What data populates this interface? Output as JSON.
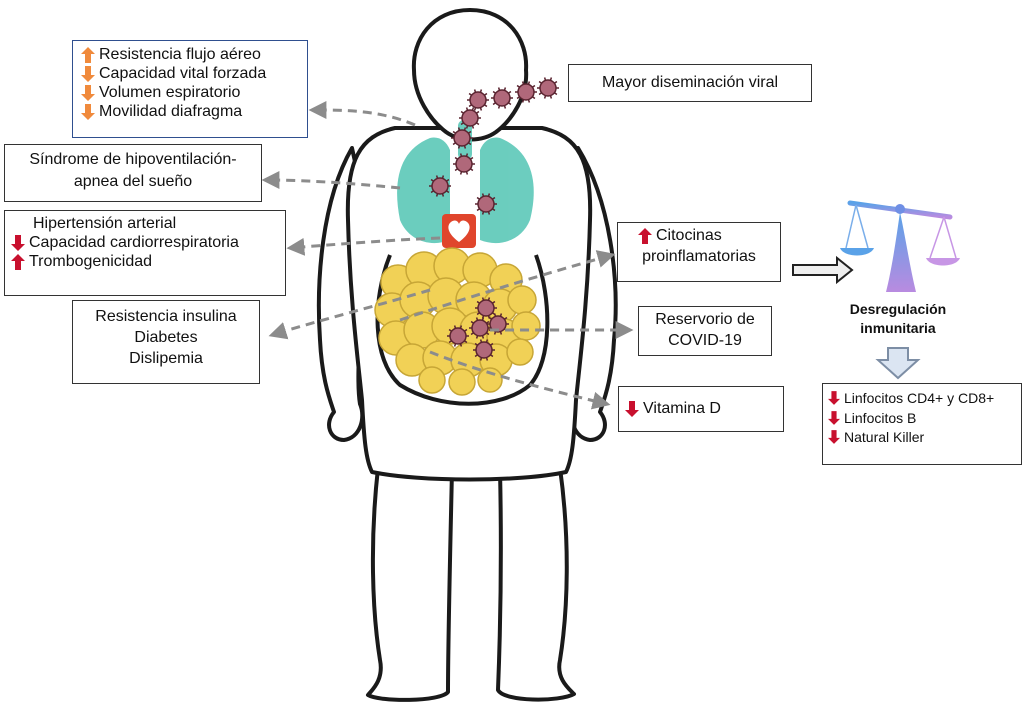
{
  "colors": {
    "up_orange": "#f08a3c",
    "down_orange": "#f08a3c",
    "up_red": "#c8102e",
    "down_red": "#c8102e",
    "lungs": "#5cc8b8",
    "fat": "#f1d156",
    "virus": "#8a3b4a",
    "box_blue_border": "#2f4f8f"
  },
  "icons": {
    "up": "arrow-up-icon",
    "down": "arrow-down-icon"
  },
  "lung_box": {
    "items": [
      {
        "arrow": "up",
        "color": "orange",
        "text": "Resistencia flujo aéreo"
      },
      {
        "arrow": "down",
        "color": "orange",
        "text": "Capacidad vital forzada"
      },
      {
        "arrow": "down",
        "color": "orange",
        "text": "Volumen espiratorio"
      },
      {
        "arrow": "down",
        "color": "orange",
        "text": "Movilidad diafragma"
      }
    ]
  },
  "apnea_box": {
    "line1": "Síndrome de hipoventilación-",
    "line2": "apnea del sueño"
  },
  "cardio_box": {
    "items": [
      {
        "arrow": "",
        "text": "Hipertensión arterial"
      },
      {
        "arrow": "down",
        "color": "red",
        "text": "Capacidad cardiorrespiratoria"
      },
      {
        "arrow": "up",
        "color": "red",
        "text": "Trombogenicidad"
      }
    ]
  },
  "metabolic_box": {
    "line1": "Resistencia insulina",
    "line2": "Diabetes",
    "line3": "Dislipemia"
  },
  "viral_box": {
    "text": "Mayor diseminación viral"
  },
  "cytokine_box": {
    "line1": "Citocinas",
    "line2": "proinflamatorias"
  },
  "reservoir_box": {
    "line1": "Reservorio de",
    "line2": "COVID-19"
  },
  "vitamin_box": {
    "text": "Vitamina D"
  },
  "dysregulation": {
    "line1": "Desregulación",
    "line2": "inmunitaria"
  },
  "immune_box": {
    "items": [
      {
        "arrow": "down",
        "text": "Linfocitos CD4+ y CD8+"
      },
      {
        "arrow": "down",
        "text": "Linfocitos B"
      },
      {
        "arrow": "down",
        "text": "Natural Killer"
      }
    ]
  }
}
